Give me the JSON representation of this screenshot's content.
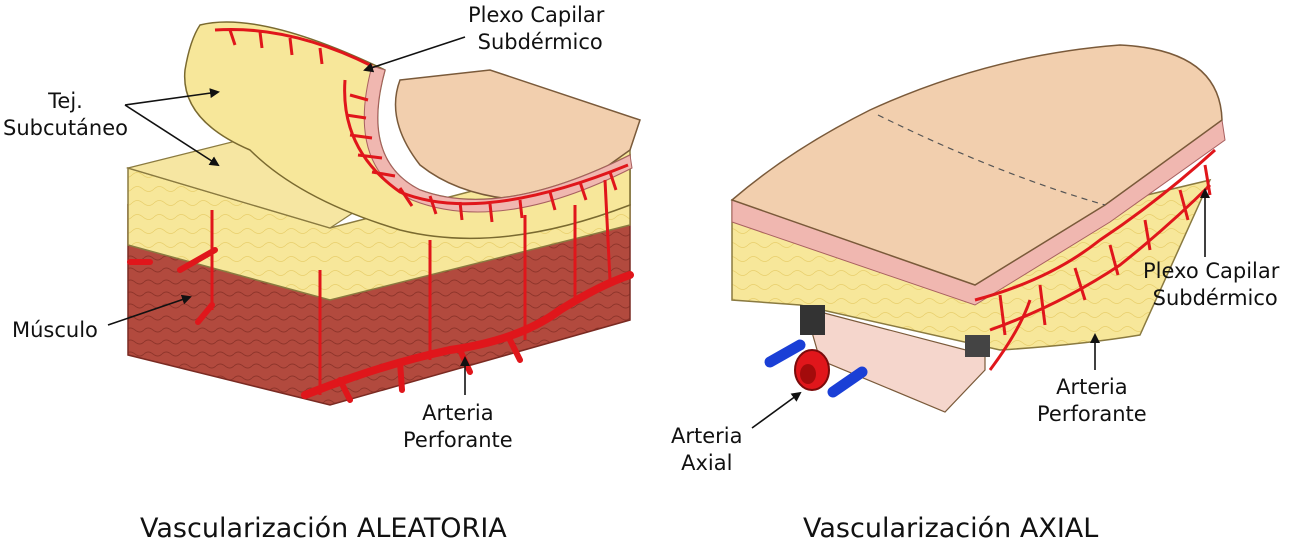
{
  "left_panel": {
    "caption": "Vascularización ALEATORIA",
    "labels": {
      "plexo_line1": "Plexo Capilar",
      "plexo_line2": "Subdérmico",
      "tejido_line1": "Tej.",
      "tejido_line2": "Subcutáneo",
      "musculo": "Músculo",
      "arteria_line1": "Arteria",
      "arteria_line2": "Perforante"
    }
  },
  "right_panel": {
    "caption": "Vascularización AXIAL",
    "labels": {
      "plexo_line1": "Plexo Capilar",
      "plexo_line2": "Subdérmico",
      "perforante_line1": "Arteria",
      "perforante_line2": "Perforante",
      "axial_line1": "Arteria",
      "axial_line2": "Axial"
    }
  },
  "colors": {
    "skin": "#f2cfae",
    "dermis": "#f0b7b0",
    "fat": "#f7e79a",
    "muscle": "#b5473c",
    "artery": "#e0161b",
    "vein": "#1a3fd6"
  }
}
